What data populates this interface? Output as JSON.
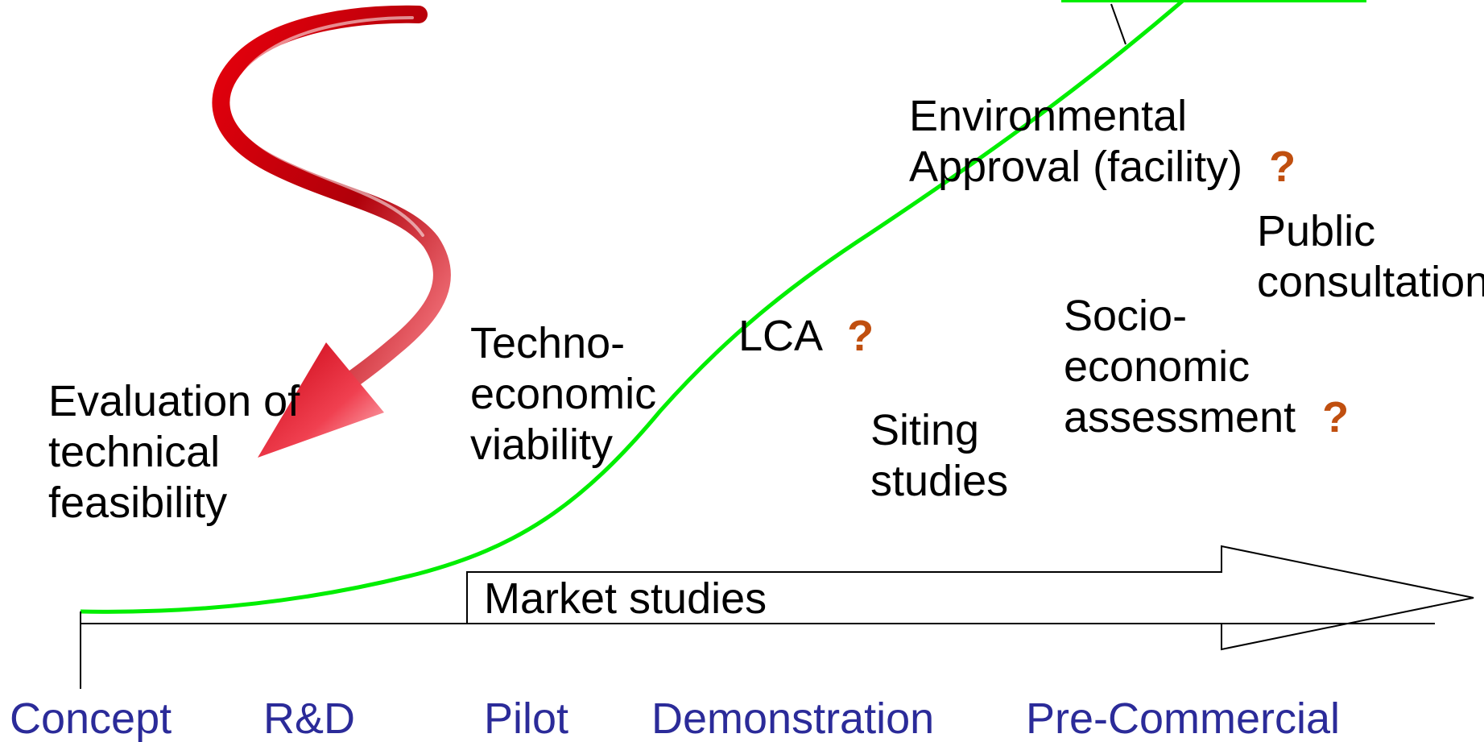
{
  "colors": {
    "curve": "#00ee00",
    "stage_text": "#2b2b99",
    "question_mark": "#c04f0f",
    "arrow_red": "#c8000a",
    "line": "#000000",
    "background": "#ffffff"
  },
  "icons": [
    "curved-red-arrow-icon",
    "block-arrow-icon"
  ],
  "stages": [
    "Concept",
    "R&D",
    "Pilot",
    "Demonstration",
    "Pre-Commercial"
  ],
  "activities": {
    "evaluation": [
      "Evaluation of",
      "technical",
      "feasibility"
    ],
    "techno_economic": [
      "Techno-",
      "economic",
      "viability"
    ],
    "lca": "LCA",
    "environmental": [
      "Environmental",
      "Approval (facility)"
    ],
    "siting": [
      "Siting",
      "studies"
    ],
    "socio_economic": [
      "Socio-",
      "economic",
      "assessment"
    ],
    "public": [
      "Public",
      "consultation"
    ],
    "market": "Market studies"
  },
  "question_mark": "?"
}
